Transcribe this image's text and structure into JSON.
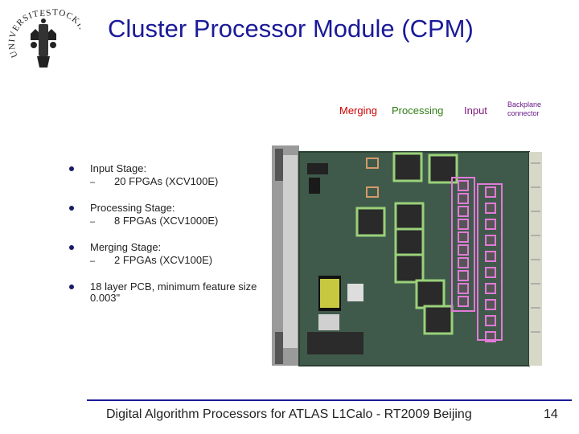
{
  "slide": {
    "title": "Cluster Processor Module (CPM)",
    "footer": "Digital Algorithm Processors for ATLAS L1Calo - RT2009 Beijing",
    "page_number": "14"
  },
  "logo": {
    "top_text": "UNIVERSITET",
    "right_text": "STOCKHOLMS",
    "icon": "crown-seal-icon"
  },
  "legend": {
    "merging": "Merging",
    "processing": "Processing",
    "input": "Input",
    "backplane_line1": "Backplane",
    "backplane_line2": "connector",
    "colors": {
      "merging": "#cc0000",
      "processing": "#2e7d14",
      "input": "#7a1a7a"
    }
  },
  "bullets": [
    {
      "text": "Input Stage:",
      "sub": "20 FPGAs (XCV100E)"
    },
    {
      "text": "Processing Stage:",
      "sub": "8 FPGAs (XCV1000E)"
    },
    {
      "text": "Merging Stage:",
      "sub": "2 FPGAs (XCV100E)"
    },
    {
      "text": "18 layer PCB, minimum feature size 0.003\"",
      "sub": ""
    }
  ],
  "highlight_colors": {
    "processing": "#9ad17a",
    "input": "#e27ad8",
    "merging": "#d49a6a"
  }
}
